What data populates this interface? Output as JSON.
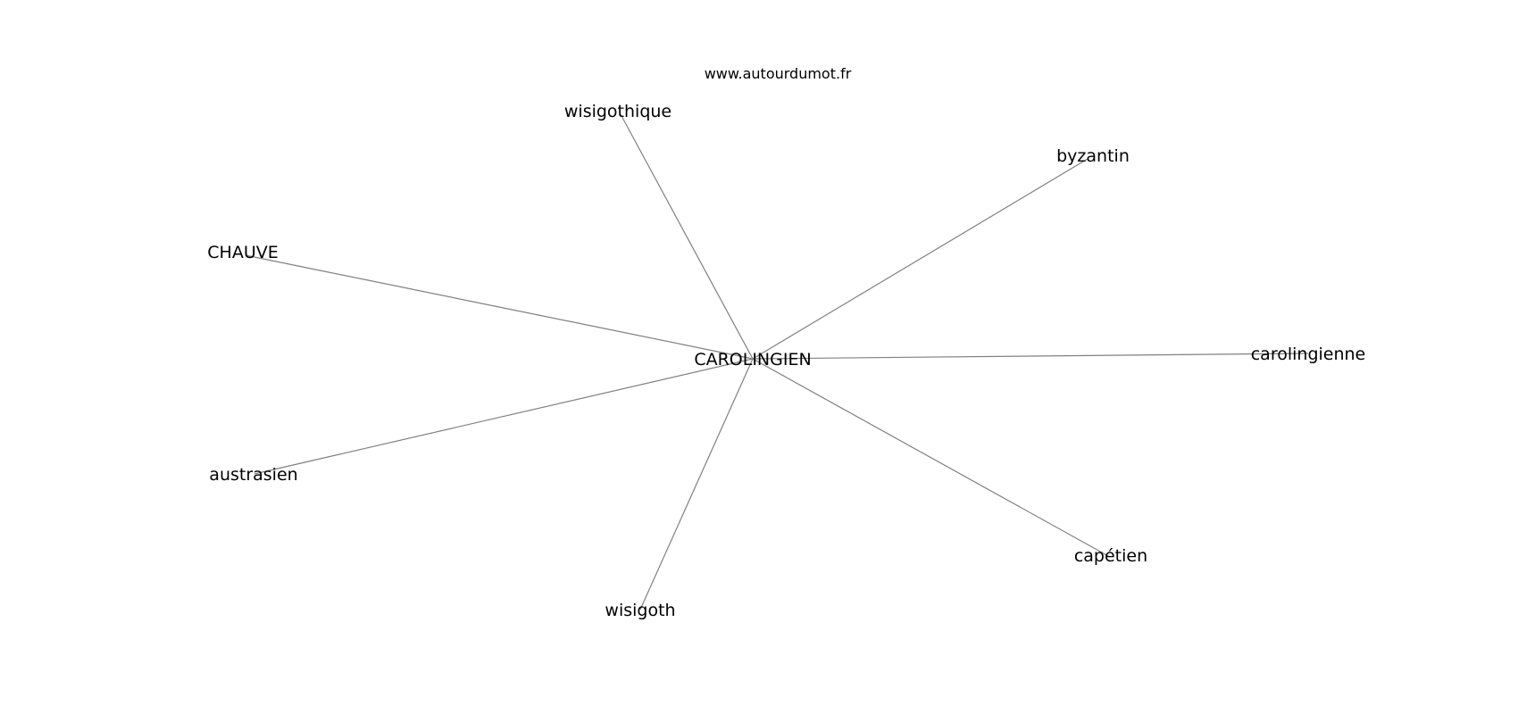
{
  "watermark": "www.autourdumot.fr",
  "center": "CAROLINGIEN",
  "nodes": [
    "wisigothique",
    "byzantin",
    "CHAUVE",
    "carolingienne",
    "austrasien",
    "capétien",
    "wisigoth"
  ]
}
